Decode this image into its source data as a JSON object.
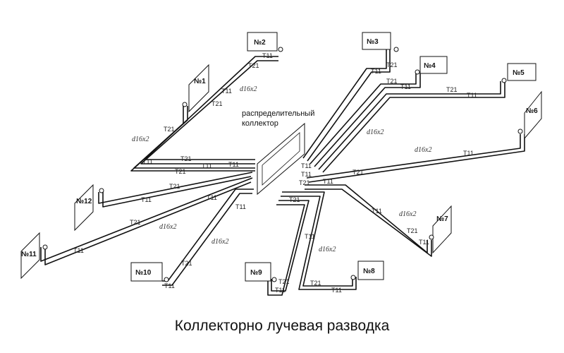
{
  "caption": "Коллекторно лучевая разводка",
  "collector": {
    "label_line1": "распределительный",
    "label_line2": "коллектор"
  },
  "pipe_spec": "d16x2",
  "supply_tag": "T11",
  "return_tag": "T21",
  "nodes": [
    {
      "id": "n1",
      "label": "№1"
    },
    {
      "id": "n2",
      "label": "№2"
    },
    {
      "id": "n3",
      "label": "№3"
    },
    {
      "id": "n4",
      "label": "№4"
    },
    {
      "id": "n5",
      "label": "№5"
    },
    {
      "id": "n6",
      "label": "№6"
    },
    {
      "id": "n7",
      "label": "№7"
    },
    {
      "id": "n8",
      "label": "№8"
    },
    {
      "id": "n9",
      "label": "№9"
    },
    {
      "id": "n10",
      "label": "№10"
    },
    {
      "id": "n11",
      "label": "№11"
    },
    {
      "id": "n12",
      "label": "№12"
    }
  ]
}
